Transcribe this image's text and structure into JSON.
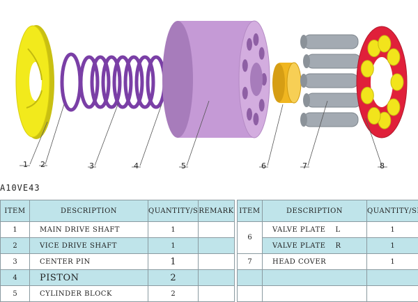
{
  "diagram": {
    "callouts": [
      {
        "id": "1",
        "label": "1"
      },
      {
        "id": "2",
        "label": "2"
      },
      {
        "id": "3",
        "label": "3"
      },
      {
        "id": "4",
        "label": "4"
      },
      {
        "id": "5",
        "label": "5"
      },
      {
        "id": "6",
        "label": "6"
      },
      {
        "id": "7",
        "label": "7"
      },
      {
        "id": "8",
        "label": "8"
      }
    ],
    "colors": {
      "plate": "#f2ea1c",
      "spring": "#7a3fa6",
      "cylinder": "#c59ad6",
      "shaft_gear": "#f0b620",
      "piston": "#a3aab2",
      "head_ring": "#e0203a",
      "piston_shoe": "#f2e41c"
    }
  },
  "model": "A10VE43",
  "left_table": {
    "headers": {
      "item": "ITEM",
      "description": "DESCRIPTION",
      "quantity": "QUANTITY/SET",
      "remark": "REMARK"
    },
    "rows": [
      {
        "item": "1",
        "description": "MAIN DRIVE SHAFT",
        "quantity": "1",
        "remark": ""
      },
      {
        "item": "2",
        "description": "VICE DRIVE SHAFT",
        "quantity": "1",
        "remark": ""
      },
      {
        "item": "3",
        "description": "CENTER PIN",
        "quantity": "1",
        "remark": ""
      },
      {
        "item": "4",
        "description": "PISTON",
        "quantity": "2",
        "remark": ""
      },
      {
        "item": "5",
        "description": "CYLINDER BLOCK",
        "quantity": "2",
        "remark": ""
      }
    ]
  },
  "right_table": {
    "headers": {
      "item": "ITEM",
      "description": "DESCRIPTION",
      "quantity": "QUANTITY/SET"
    },
    "rows": [
      {
        "item": "6",
        "description": "VALVE PLATE",
        "side": "L",
        "quantity": "1"
      },
      {
        "item": "",
        "description": "VALVE PLATE",
        "side": "R",
        "quantity": "1"
      },
      {
        "item": "7",
        "description": "HEAD COVER",
        "side": "",
        "quantity": "1"
      },
      {
        "item": "",
        "description": "",
        "side": "",
        "quantity": ""
      },
      {
        "item": "",
        "description": "",
        "side": "",
        "quantity": ""
      }
    ]
  }
}
